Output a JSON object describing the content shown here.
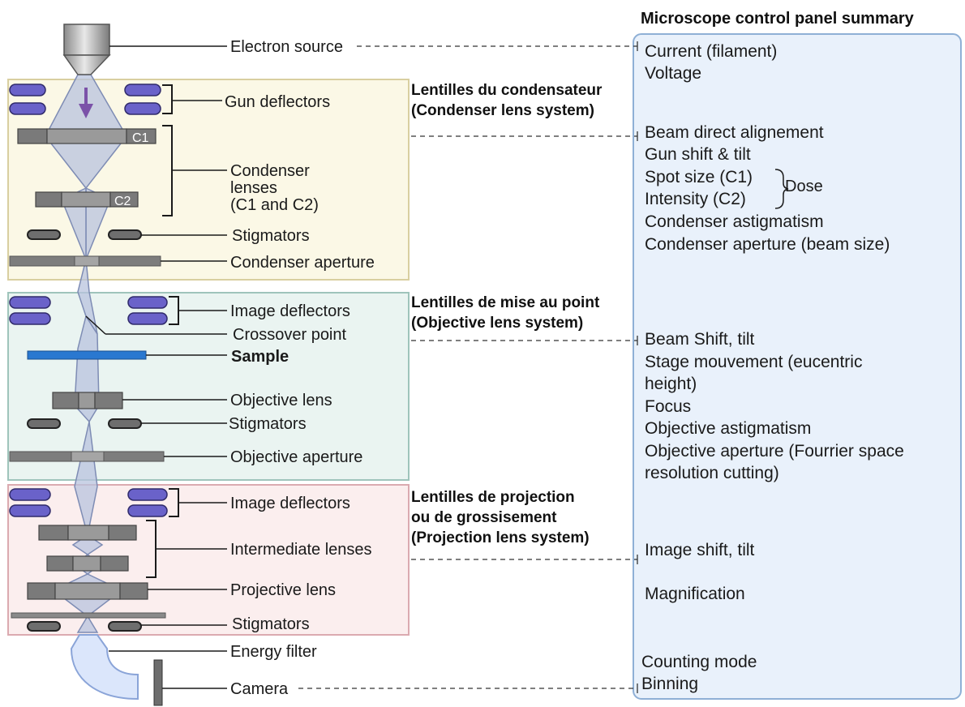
{
  "panel": {
    "title": "Microscope control panel summary",
    "group1": [
      "Current (filament)",
      "Voltage"
    ],
    "group2": [
      "Beam direct alignement",
      "Gun shift & tilt",
      "Spot size (C1)",
      "Intensity (C2)",
      "Condenser astigmatism",
      "Condenser aperture (beam size)"
    ],
    "dose_label": "Dose",
    "group3": [
      "Beam Shift, tilt",
      "Stage mouvement (eucentric",
      "height)",
      "Focus",
      "Objective astigmatism",
      "Objective aperture (Fourrier space",
      "resolution cutting)"
    ],
    "group4": [
      "Image shift, tilt",
      "Magnification"
    ],
    "group5": [
      "Counting mode",
      "Binning"
    ]
  },
  "sections": {
    "condenser": [
      "Lentilles du condensateur",
      "(Condenser lens system)"
    ],
    "objective": [
      "Lentilles de mise au point",
      "(Objective lens system)"
    ],
    "projection": [
      "Lentilles de projection",
      "ou de grossisement",
      "(Projection lens system)"
    ]
  },
  "labels": {
    "electron_source": "Electron source",
    "gun_deflectors": "Gun deflectors",
    "condenser_lenses": [
      "Condenser",
      "lenses",
      "(C1 and C2)"
    ],
    "stigmators_1": "Stigmators",
    "condenser_aperture": "Condenser aperture",
    "image_deflectors_1": "Image deflectors",
    "crossover_point": "Crossover point",
    "sample": "Sample",
    "objective_lens": "Objective lens",
    "stigmators_2": "Stigmators",
    "objective_aperture": "Objective aperture",
    "image_deflectors_2": "Image deflectors",
    "intermediate_lenses": "Intermediate lenses",
    "projective_lens": "Projective lens",
    "stigmators_3": "Stigmators",
    "energy_filter": "Energy filter",
    "camera": "Camera"
  },
  "lens_tags": {
    "c1": "C1",
    "c2": "C2"
  },
  "colors": {
    "condenser_bg": "#fbf8e6",
    "condenser_border": "#d9cfa0",
    "objective_bg": "#eaf4f1",
    "objective_border": "#9fc4bb",
    "projection_bg": "#fbeeee",
    "projection_border": "#dbaab0",
    "panel_bg": "#e9f1fb",
    "panel_border": "#8fb0d6",
    "deflector": "#6a62c9",
    "sample": "#2a78d0",
    "beam": "#b8c3dd"
  }
}
